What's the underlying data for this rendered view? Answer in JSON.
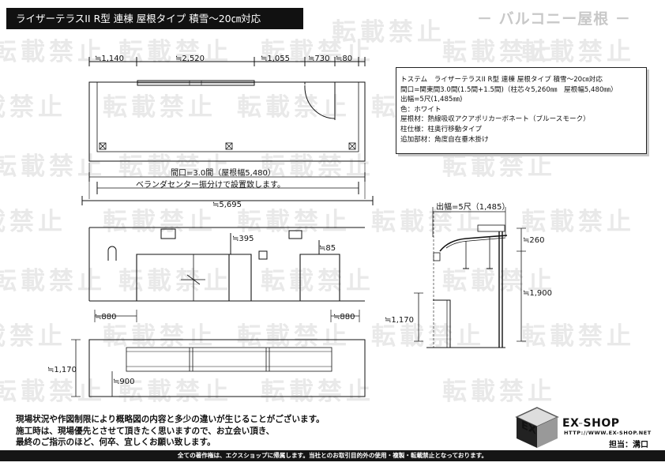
{
  "header": {
    "title": "ライザーテラスII R型 連棟 屋根タイプ 積雪～20㎝対応",
    "section": "－ バルコニー屋根 －"
  },
  "watermark": "転載禁止",
  "plan": {
    "top_dims": [
      "≒1,140",
      "≒2,520",
      "≒1,055",
      "≒730",
      "≒80"
    ],
    "opening": "間口=3.0間（屋根幅5,480）",
    "center_note": "ベランダセンター振分けで設置致します。",
    "total_width": "≒5,695"
  },
  "elevation": {
    "dim_395": "≒395",
    "dim_85": "≒85",
    "dim_880_left": "≒880",
    "dim_880_right": "≒880"
  },
  "lower_plan": {
    "dim_1170": "≒1,170",
    "dim_900": "≒900"
  },
  "section_view": {
    "projection": "出幅=5尺（1,485）",
    "dim_260": "≒260",
    "dim_1900": "≒1,900",
    "dim_1170": "≒1,170"
  },
  "info": {
    "lines": [
      "トステム　ライザーテラスII R型 連棟 屋根タイプ 積雪～20㎝対応",
      "間口=関東間3.0間(1.5間+1.5間)（柱芯々5,260㎜　屋根幅5,480㎜）",
      "出幅=5尺(1,485㎜)",
      "色：ホワイト",
      "屋根材：熱線吸収アクアポリカーボネート（ブルースモーク）",
      "柱仕様：柱奥行移動タイプ",
      "追加部材：角度自在垂木掛け"
    ]
  },
  "notes": {
    "lines": [
      "現場状況や作図制限により概略図の内容と多少の違いが生じることがございます。",
      "施工時は、現場優先とさせて頂きたく思いますので、お立会い頂き、",
      "最終のご指示のほど、何卒、宜しくお願い致します。"
    ]
  },
  "logo": {
    "name_left": "EX",
    "name_sep": "-",
    "name_right": "SHOP",
    "url": "HTTP://WWW.EX-SHOP.NET",
    "tantou": "担当：溝口"
  },
  "footer": "全ての著作権は、エクスショップに帰属します。当社とのお取引目的外の使用・複製・転載禁止となっております。"
}
